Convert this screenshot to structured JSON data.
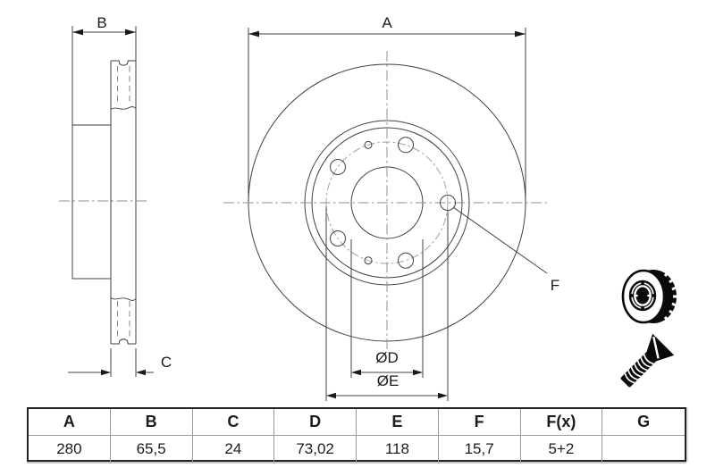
{
  "colors": {
    "line": "#414141",
    "centerline": "#8f8f8f",
    "text": "#1a1a1a",
    "table_border": "#222222"
  },
  "drawing": {
    "labels": {
      "outer_diameter": "A",
      "total_width": "B",
      "disc_thickness": "C",
      "center_bore": "ØD",
      "bolt_circle": "ØE",
      "hole": "F"
    }
  },
  "table": {
    "headers": [
      "A",
      "B",
      "C",
      "D",
      "E",
      "F",
      "F(x)",
      "G"
    ],
    "values": [
      "280",
      "65,5",
      "24",
      "73,02",
      "118",
      "15,7",
      "5+2",
      ""
    ]
  }
}
